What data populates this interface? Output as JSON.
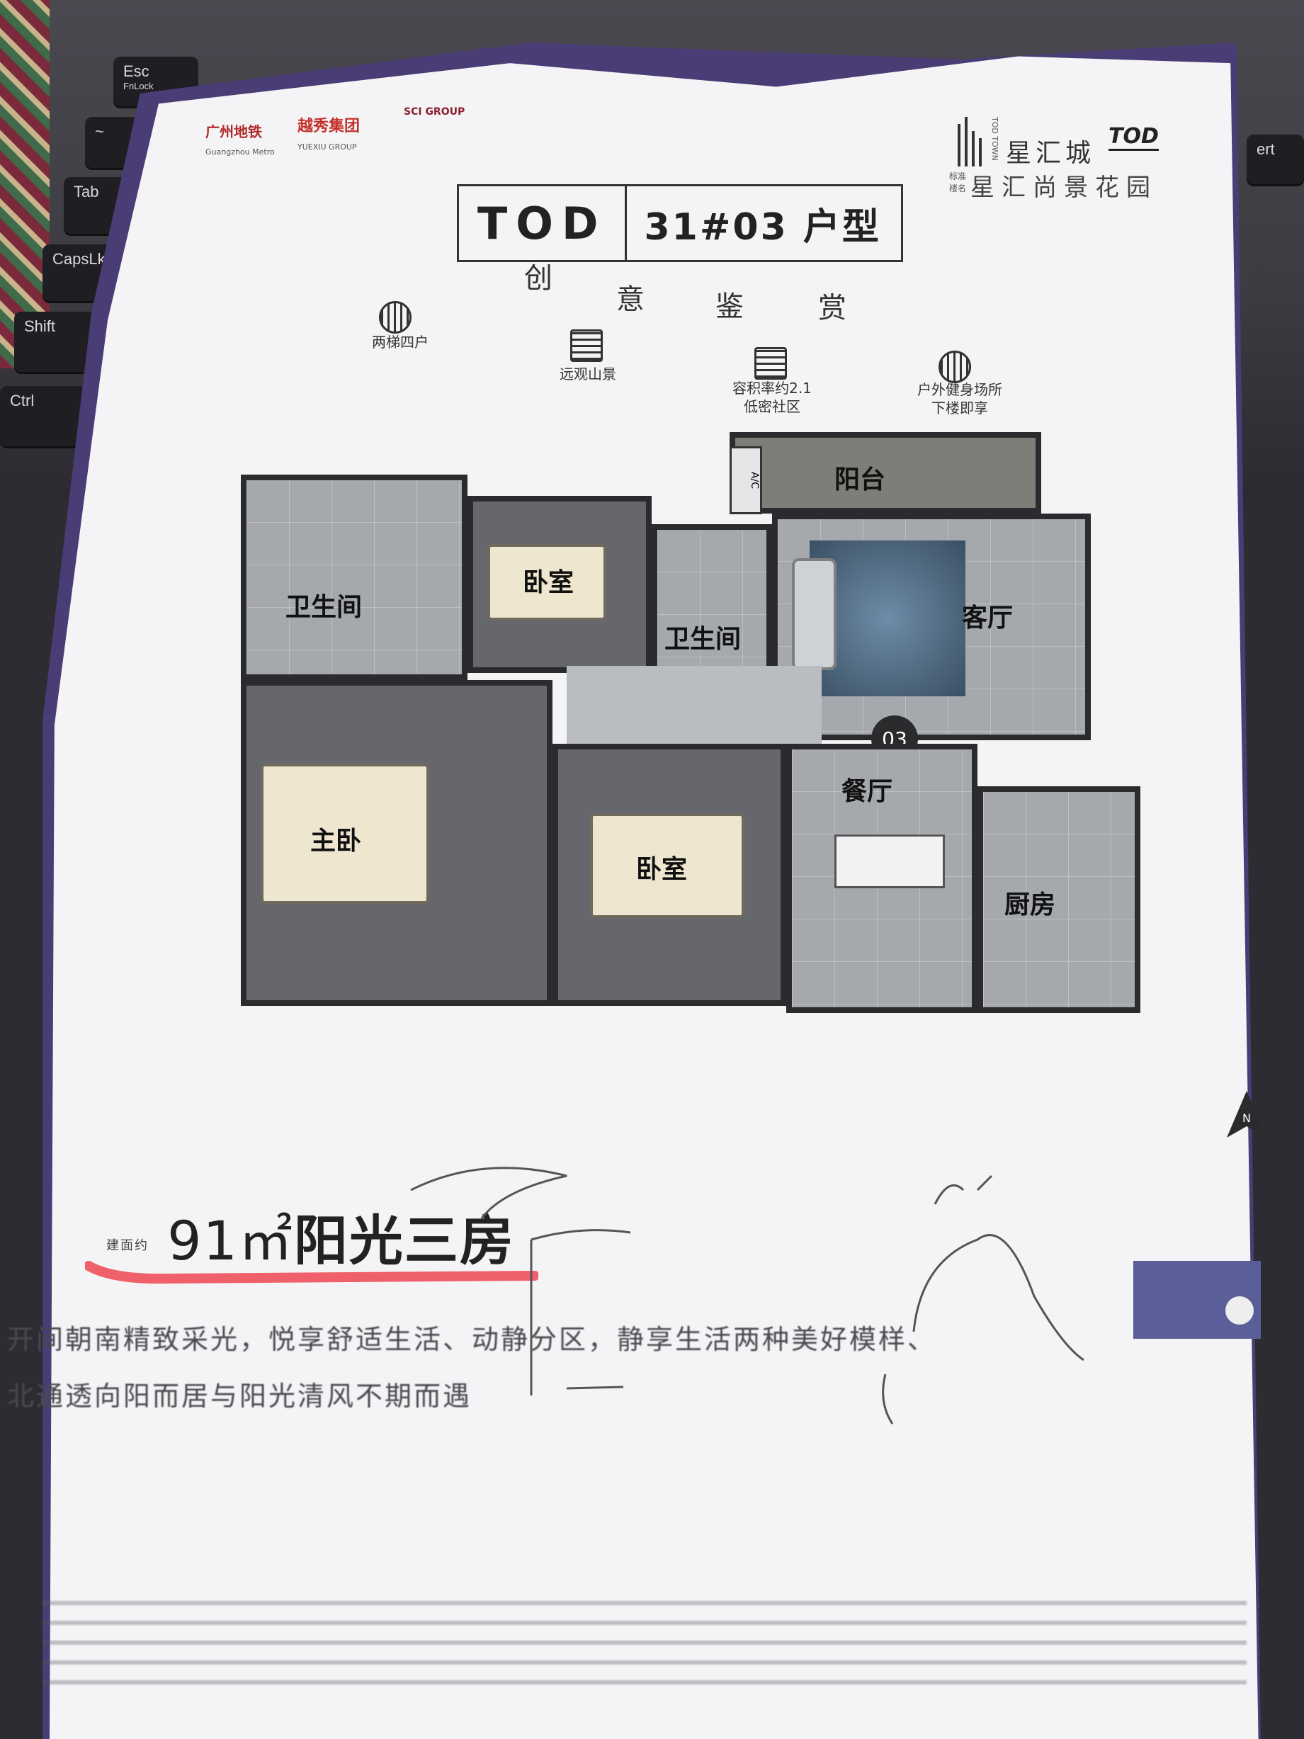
{
  "keyboard": {
    "keys": [
      {
        "label": "Esc",
        "sub": "FnLock"
      },
      {
        "label": "~",
        "sub": ""
      },
      {
        "label": "Tab",
        "sub": ""
      },
      {
        "label": "CapsLk",
        "sub": ""
      },
      {
        "label": "Shift",
        "sub": ""
      },
      {
        "label": "Ctrl",
        "sub": ""
      }
    ],
    "right_key": "ert"
  },
  "header": {
    "logo1": "广州地铁",
    "logo1_sub": "Guangzhou Metro",
    "logo2": "越秀集团",
    "logo2_sub": "YUEXIU GROUP",
    "logo3": "SCI GROUP",
    "brand_line1": "星汇城",
    "brand_tod": "TOD",
    "brand_town": "TOD TOWN",
    "brand_tag": "标准 楼名",
    "brand_line2": "星汇尚景花园"
  },
  "title": {
    "tod": "TOD",
    "unit": "31#03 户型",
    "subtitle_chars": [
      "创",
      "意",
      "鉴",
      "赏"
    ]
  },
  "features": [
    {
      "line1": "两梯四户",
      "line2": ""
    },
    {
      "line1": "远观山景",
      "line2": ""
    },
    {
      "line1": "容积率约2.1",
      "line2": "低密社区"
    },
    {
      "line1": "户外健身场所",
      "line2": "下楼即享"
    }
  ],
  "floorplan": {
    "rooms": {
      "balcony": "阳台",
      "bath_left": "卫生间",
      "bedroom_top": "卧室",
      "bath_mid": "卫生间",
      "living": "客厅",
      "master": "主卧",
      "bedroom_bottom": "卧室",
      "dining": "餐厅",
      "kitchen": "厨房"
    },
    "unit_badge": "03",
    "ac_label": "A/C"
  },
  "promo": {
    "area_prefix": "建面约",
    "area": "91㎡",
    "headline": "阳光三房",
    "line1": "开间朝南精致采光，悦享舒适生活、动静分区，静享生活两种美好模样、",
    "line2": "北通透向阳而居与阳光清风不期而遇"
  },
  "colors": {
    "paper": "#f4f4f6",
    "paper_edge": "#4a3c74",
    "underline": "#f0606a",
    "wall": "#2b2b2d"
  }
}
